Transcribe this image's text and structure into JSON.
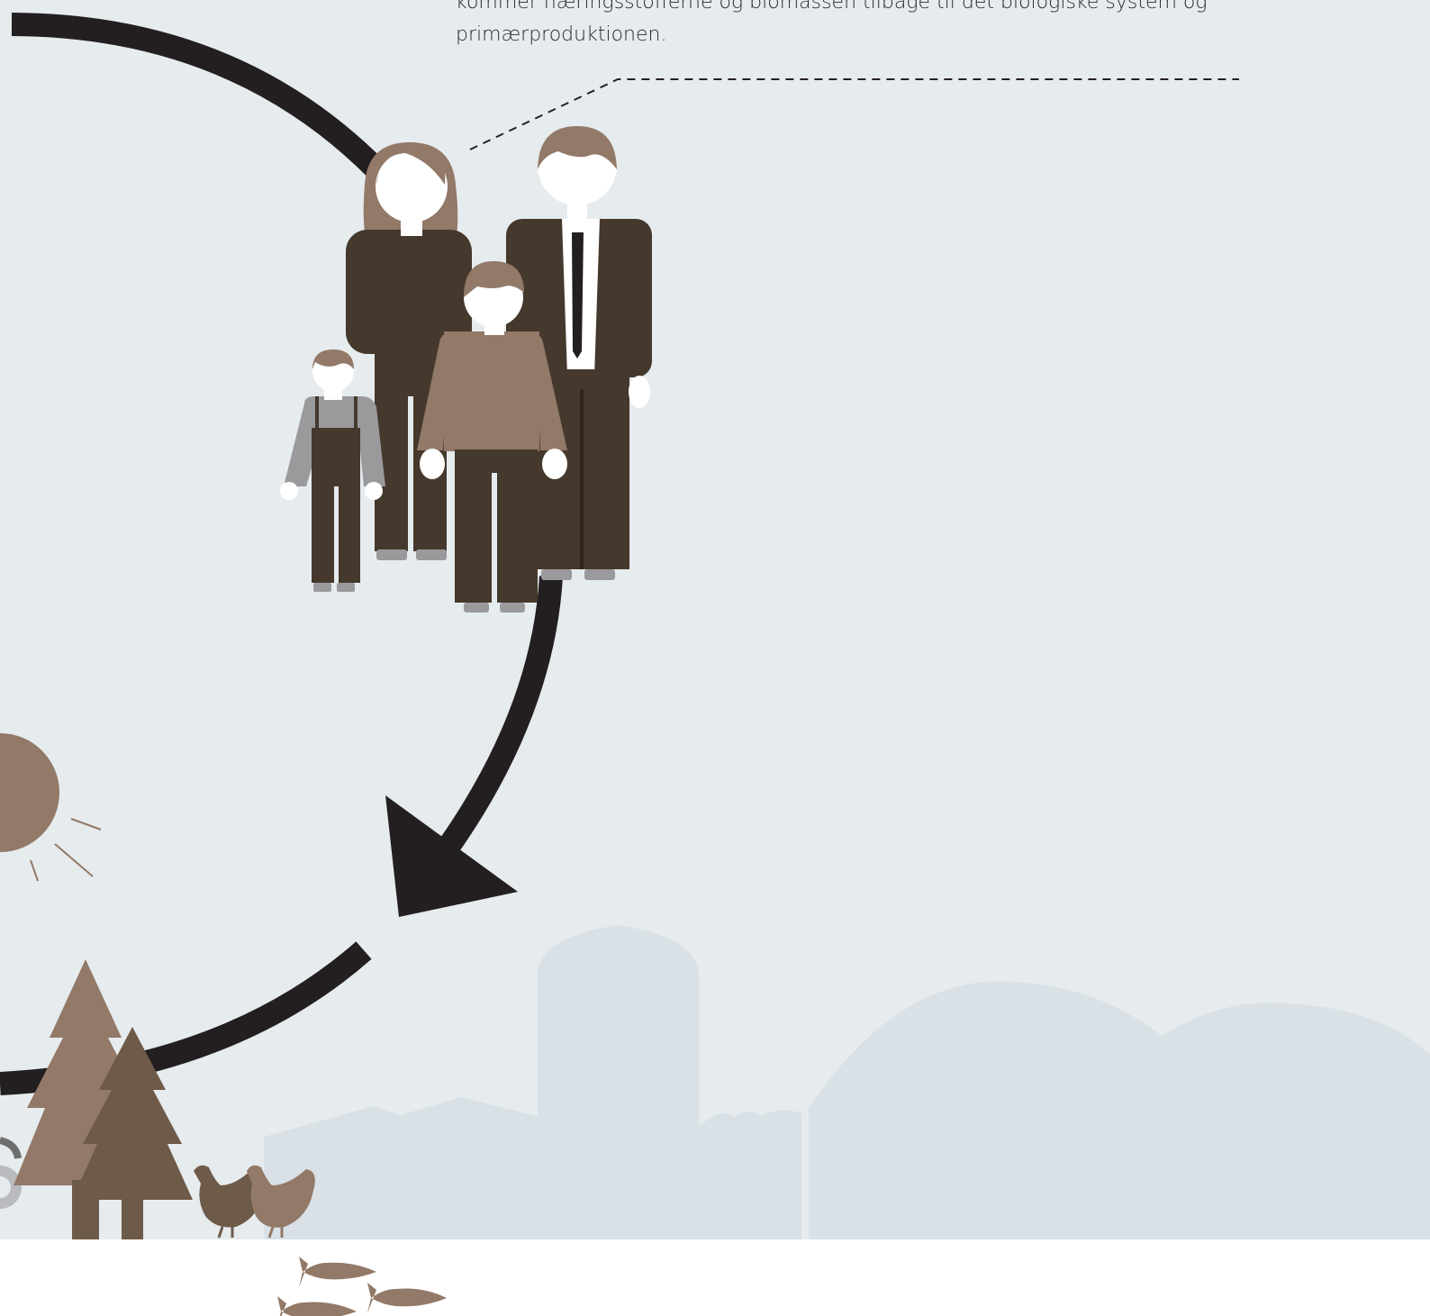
{
  "caption": {
    "line1": "kommer næringsstofferne og biomassen tilbage til det biologiske system og",
    "line2": "primærproduktionen."
  },
  "colors": {
    "background": "#e6ebee",
    "ground": "#ffffff",
    "arrow": "#231f20",
    "brown_dark": "#45382c",
    "brown_light": "#927968",
    "tree_dark": "#6e5a49",
    "grey_figure": "#9a9a9d",
    "silhouette": "#d9e0e6"
  },
  "icons": [
    "cycle-arrow",
    "arrow-head",
    "family-figures",
    "sun-icon",
    "tree-icon",
    "chicken-icon",
    "fish-icon",
    "farm-silhouette"
  ]
}
